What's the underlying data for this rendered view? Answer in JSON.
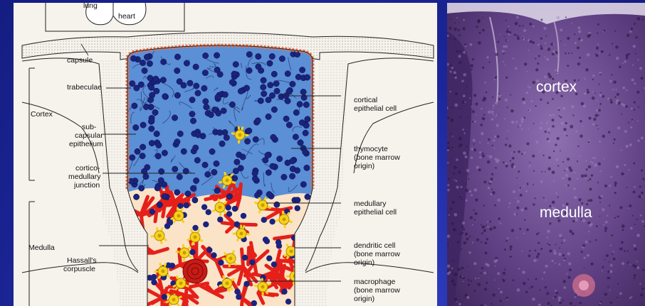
{
  "diagram": {
    "top_labels": {
      "lung": "lung",
      "heart": "heart"
    },
    "left_labels": {
      "capsule": "capsule",
      "trabeculae": "trabeculae",
      "cortex": "Cortex",
      "subcapsular_1": "sub-",
      "subcapsular_2": "capsular",
      "subcapsular_3": "epithelium",
      "cortico_1": "cortico-",
      "cortico_2": "medullary",
      "cortico_3": "junction",
      "medulla": "Medulla",
      "hassall_1": "Hassall's",
      "hassall_2": "corpuscle"
    },
    "right_labels": {
      "cortical_1": "cortical",
      "cortical_2": "epithelial cell",
      "thymocyte_1": "thymocyte",
      "thymocyte_2": "(bone marrow",
      "thymocyte_3": "origin)",
      "medullary_1": "medullary",
      "medullary_2": "epithelial cell",
      "dendritic_1": "dendritic cell",
      "dendritic_2": "(bone marrow",
      "dendritic_3": "origin)",
      "macrophage_1": "macrophage",
      "macrophage_2": "(bone marrow",
      "macrophage_3": "origin)"
    }
  },
  "micrograph": {
    "cortex_label": "cortex",
    "medulla_label": "medulla"
  },
  "colors": {
    "background": "#1c2699",
    "cortex_fill": "#5b8fd6",
    "thymocyte": "#1a237e",
    "medulla_fill": "#fbe3c8",
    "epithelial_red": "#e5201a",
    "macrophage_yellow": "#f6d21c",
    "capsule_orange": "#e8714a",
    "stain_purple": "#5a3a78"
  }
}
